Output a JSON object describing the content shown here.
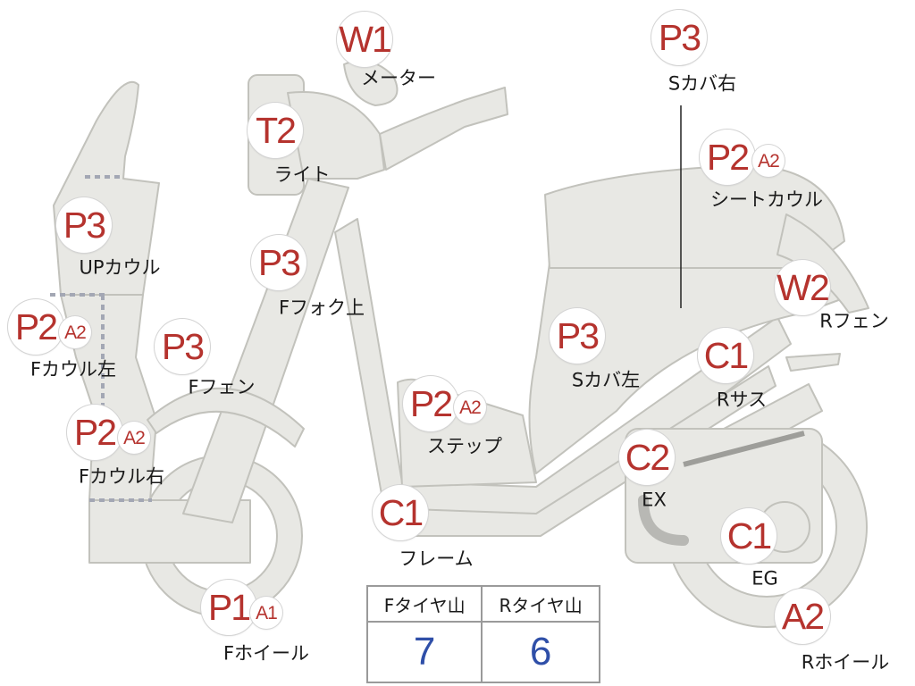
{
  "badges": [
    {
      "id": "w1",
      "text": "W1"
    },
    {
      "id": "t2",
      "text": "T2"
    },
    {
      "id": "p3-upcowl",
      "text": "P3"
    },
    {
      "id": "p2-fcowl-left",
      "text": "P2"
    },
    {
      "id": "a2-fcowl-left",
      "text": "A2"
    },
    {
      "id": "p2-fcowl-right",
      "text": "P2"
    },
    {
      "id": "a2-fcowl-right",
      "text": "A2"
    },
    {
      "id": "p3-ffender",
      "text": "P3"
    },
    {
      "id": "p3-ffork-upper",
      "text": "P3"
    },
    {
      "id": "p1-fwheel",
      "text": "P1"
    },
    {
      "id": "a1-fwheel",
      "text": "A1"
    },
    {
      "id": "p2-step",
      "text": "P2"
    },
    {
      "id": "a2-step",
      "text": "A2"
    },
    {
      "id": "c1-frame",
      "text": "C1"
    },
    {
      "id": "p3-scover-left",
      "text": "P3"
    },
    {
      "id": "p3-scover-right",
      "text": "P3"
    },
    {
      "id": "p2-seat-cowl",
      "text": "P2"
    },
    {
      "id": "a2-seat-cowl",
      "text": "A2"
    },
    {
      "id": "w2-rfender",
      "text": "W2"
    },
    {
      "id": "c1-rsus",
      "text": "C1"
    },
    {
      "id": "c2-ex",
      "text": "C2"
    },
    {
      "id": "c1-eg",
      "text": "C1"
    },
    {
      "id": "a2-rwheel",
      "text": "A2"
    }
  ],
  "labels": {
    "meter": "メーター",
    "light": "ライト",
    "up_cowl": "UPカウル",
    "f_cowl_left": "Fカウル左",
    "f_cowl_right": "Fカウル右",
    "f_fender": "Fフェン",
    "f_fork_upper": "Fフォク上",
    "f_wheel": "Fホイール",
    "step": "ステップ",
    "frame": "フレーム",
    "s_cover_left": "Sカバ左",
    "s_cover_right": "Sカバ右",
    "seat_cowl": "シートカウル",
    "r_fender": "Rフェン",
    "r_sus": "Rサス",
    "ex": "EX",
    "eg": "EG",
    "r_wheel": "Rホイール"
  },
  "tire_table": {
    "headers": [
      "Fタイヤ山",
      "Rタイヤ山"
    ],
    "values": [
      "7",
      "6"
    ]
  },
  "colors": {
    "part_fill": "#e8e8e4",
    "part_stroke": "#c2c2bc",
    "badge_text": "#b5332e",
    "value_text": "#2f4fa8"
  }
}
